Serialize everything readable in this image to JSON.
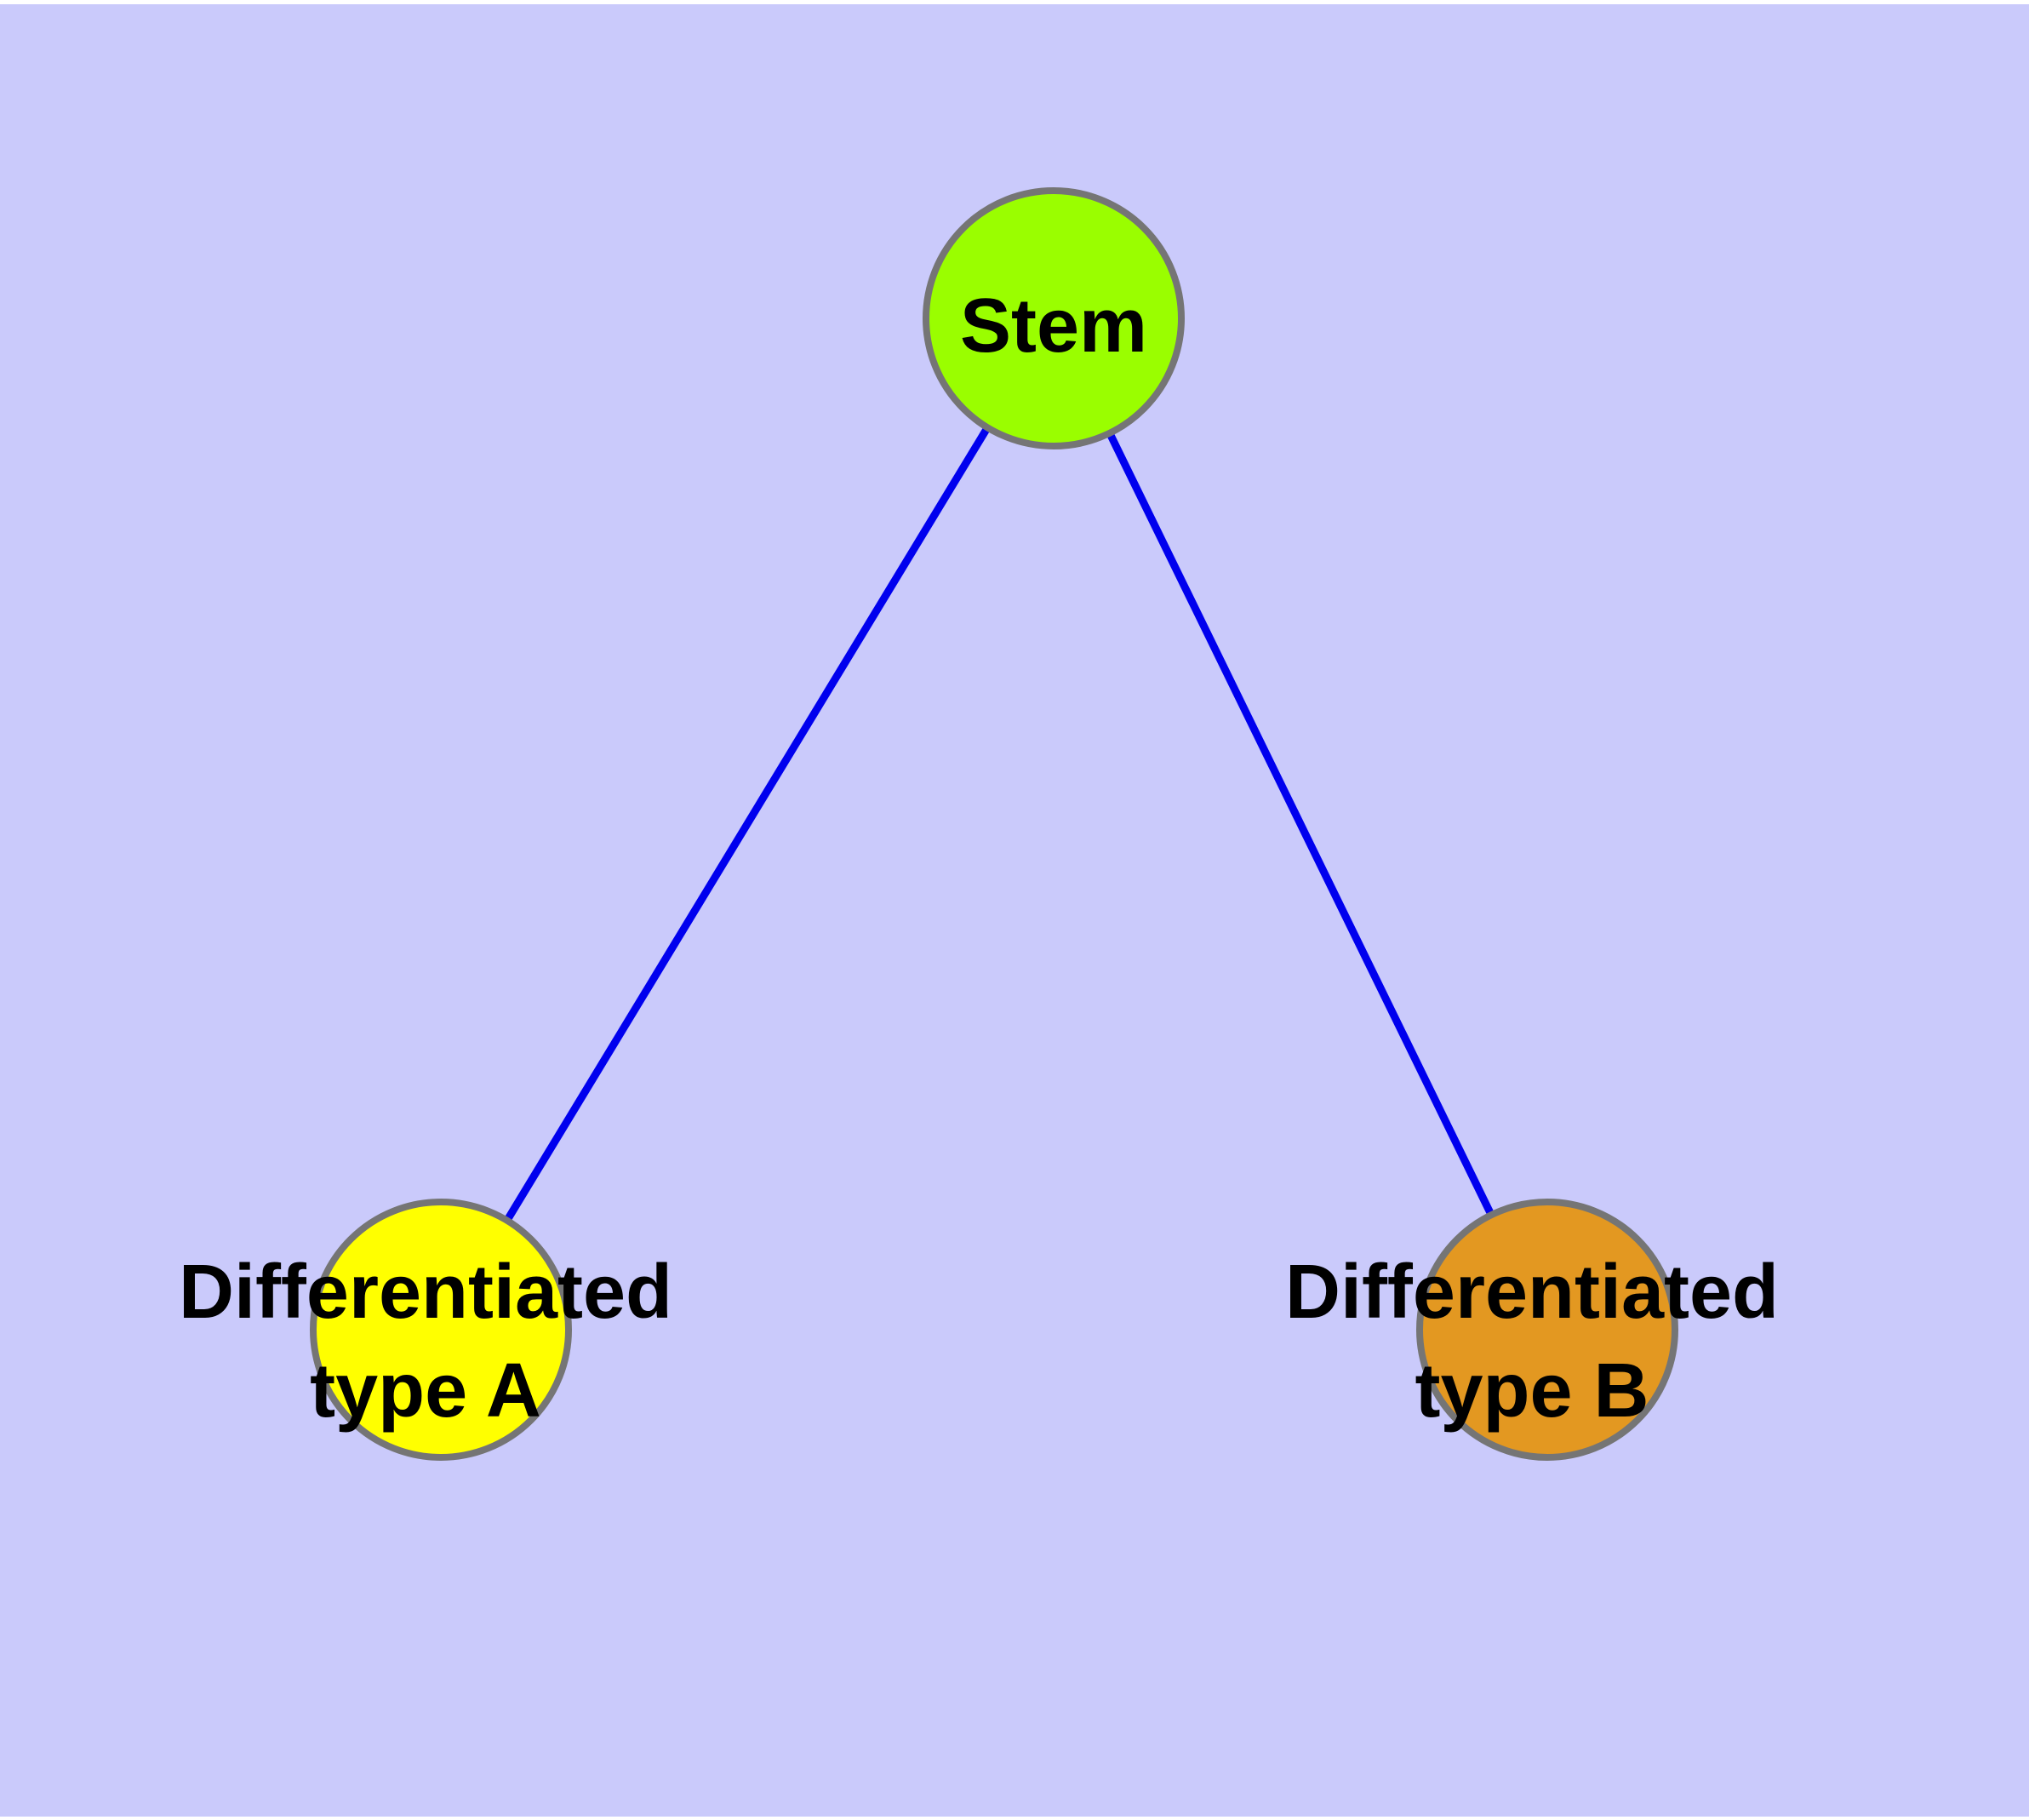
{
  "diagram": {
    "type": "node-link-graph",
    "background_color": "#CACAFB",
    "frame_color": "#FFFFFF",
    "edge_color": "#0000EE",
    "node_border_color": "#757575",
    "label_color": "#000000",
    "nodes": [
      {
        "id": "stem",
        "label": "Stem",
        "color": "#9AFE00"
      },
      {
        "id": "differentiated-type-a",
        "label": "Differentiated type A",
        "label_lines": [
          "Differentiated",
          "type A"
        ],
        "color": "#FFFF00"
      },
      {
        "id": "differentiated-type-b",
        "label": "Differentiated type B",
        "label_lines": [
          "Differentiated",
          "type B"
        ],
        "color": "#E39821"
      }
    ],
    "edges": [
      {
        "from": "Stem",
        "to": "Differentiated type A"
      },
      {
        "from": "Stem",
        "to": "Differentiated type B"
      }
    ]
  }
}
